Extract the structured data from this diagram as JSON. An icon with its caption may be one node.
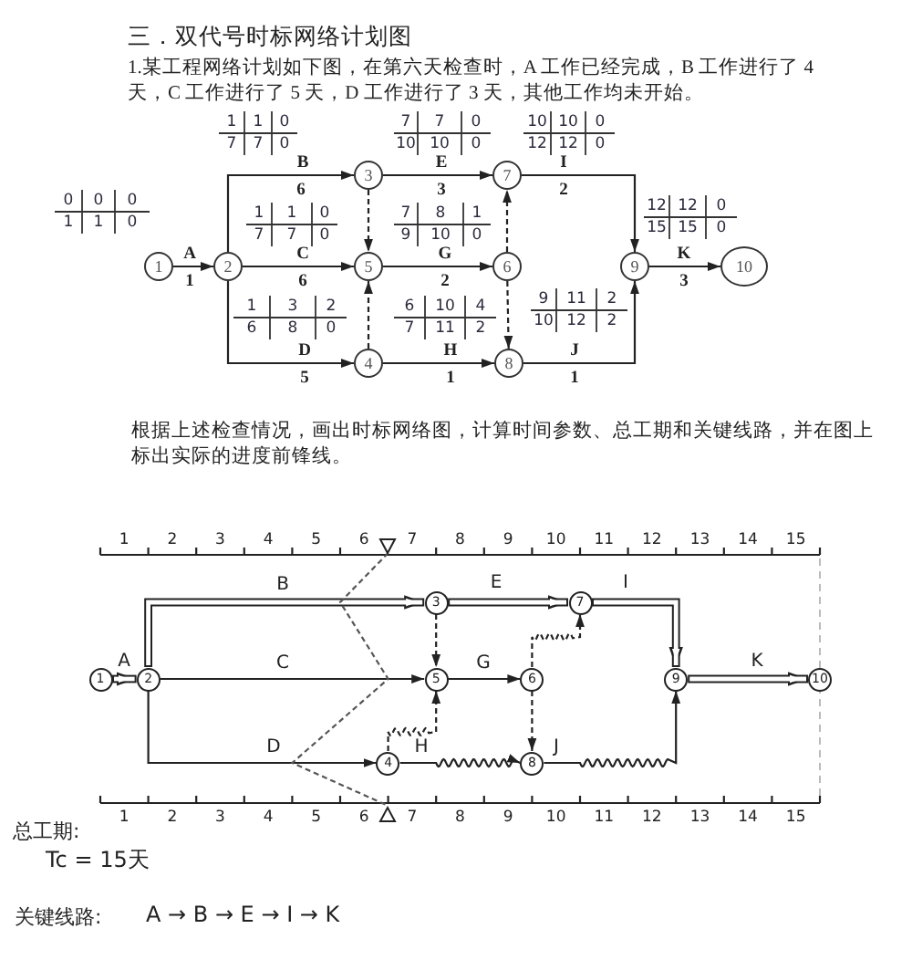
{
  "diagram": {
    "title": "三．双代号时标网络计划图",
    "nodes": [
      {
        "text": [
          "1"
        ]
      },
      {
        "text": [
          "2"
        ]
      },
      {
        "text": [
          "3"
        ]
      },
      {
        "text": [
          "4"
        ]
      },
      {
        "text": [
          "5"
        ]
      },
      {
        "text": [
          "6"
        ]
      },
      {
        "text": [
          "7"
        ]
      },
      {
        "text": [
          "8"
        ]
      },
      {
        "text": [
          "9"
        ]
      },
      {
        "text": [
          "10"
        ]
      },
      {
        "text": [
          "1"
        ]
      },
      {
        "text": [
          "2"
        ]
      },
      {
        "text": [
          "3"
        ]
      },
      {
        "text": [
          "4"
        ]
      },
      {
        "text": [
          "5"
        ]
      },
      {
        "text": [
          "6"
        ]
      },
      {
        "text": [
          "7"
        ]
      },
      {
        "text": [
          "8"
        ]
      },
      {
        "text": [
          "9"
        ]
      },
      {
        "text": [
          "10"
        ]
      },
      {
        "text": [],
        "shape": "triangle"
      },
      {
        "text": [],
        "shape": "triangle"
      }
    ],
    "edges": [
      {
        "from": 0,
        "to": 1,
        "arrow": "to",
        "label": "A"
      },
      {
        "from": 1,
        "to": 2,
        "arrow": "to",
        "label": "B"
      },
      {
        "from": 1,
        "to": 4,
        "arrow": "to",
        "label": "C"
      },
      {
        "from": 1,
        "to": 3,
        "arrow": "to",
        "label": "D"
      },
      {
        "from": 2,
        "to": 4,
        "arrow": "to",
        "style": "dashed"
      },
      {
        "from": 3,
        "to": 4,
        "arrow": "to",
        "style": "dashed"
      },
      {
        "from": 2,
        "to": 6,
        "arrow": "to",
        "label": "E"
      },
      {
        "from": 4,
        "to": 5,
        "arrow": "to",
        "label": "G"
      },
      {
        "from": 3,
        "to": 7,
        "arrow": "to",
        "label": "H"
      },
      {
        "from": 5,
        "to": 6,
        "arrow": "to",
        "style": "dashed"
      },
      {
        "from": 5,
        "to": 7,
        "arrow": "to",
        "style": "dashed"
      },
      {
        "from": 6,
        "to": 8,
        "arrow": "to",
        "label": "I"
      },
      {
        "from": 7,
        "to": 8,
        "arrow": "to",
        "label": "J"
      },
      {
        "from": 8,
        "to": 9,
        "arrow": "to",
        "label": "K"
      },
      {
        "from": 10,
        "to": 11,
        "arrow": "to",
        "label": "A",
        "style": "thick"
      },
      {
        "from": 11,
        "to": 12,
        "arrow": "to",
        "label": "B",
        "style": "thick"
      },
      {
        "from": 11,
        "to": 14,
        "arrow": "to",
        "label": "C"
      },
      {
        "from": 11,
        "to": 13,
        "arrow": "to",
        "label": "D"
      },
      {
        "from": 12,
        "to": 14,
        "arrow": "to",
        "style": "dashed"
      },
      {
        "from": 13,
        "to": 14,
        "arrow": "to",
        "style": "dashed"
      },
      {
        "from": 12,
        "to": 16,
        "arrow": "to",
        "label": "E",
        "style": "thick"
      },
      {
        "from": 14,
        "to": 15,
        "arrow": "to",
        "label": "G"
      },
      {
        "from": 13,
        "to": 17,
        "arrow": "to",
        "label": "H"
      },
      {
        "from": 15,
        "to": 16,
        "arrow": "to",
        "style": "dashed"
      },
      {
        "from": 15,
        "to": 17,
        "arrow": "to",
        "style": "dashed"
      },
      {
        "from": 16,
        "to": 18,
        "arrow": "to",
        "label": "I",
        "style": "thick"
      },
      {
        "from": 17,
        "to": 18,
        "arrow": "to",
        "label": "J"
      },
      {
        "from": 18,
        "to": 19,
        "arrow": "to",
        "label": "K",
        "style": "thick"
      },
      {
        "from": 20,
        "to": 21,
        "arrow": "none",
        "style": "dashed",
        "color": "#555555"
      }
    ],
    "labels": [
      "1.某工程网络计划如下图，在第六天检查时，A 工作已经完成，B 工作进行了 4 天，C 工作进行了 5 天，D 工作进行了 3 天，其他工作均未开始。",
      "1",
      "1",
      "0",
      "7",
      "7",
      "0",
      "7",
      "7",
      "0",
      "10",
      "10",
      "0",
      "10",
      "10",
      "0",
      "12",
      "12",
      "0",
      "0",
      "0",
      "0",
      "1",
      "1",
      "0",
      "1",
      "1",
      "0",
      "7",
      "7",
      "0",
      "7",
      "8",
      "1",
      "9",
      "10",
      "0",
      "12",
      "12",
      "0",
      "15",
      "15",
      "0",
      "1",
      "3",
      "2",
      "6",
      "8",
      "0",
      "6",
      "10",
      "4",
      "7",
      "11",
      "2",
      "9",
      "11",
      "2",
      "10",
      "12",
      "2",
      "6",
      "3",
      "2",
      "1",
      "6",
      "2",
      "3",
      "5",
      "1",
      "1",
      "根据上述检查情况，画出时标网络图，计算时间参数、总工期和关键线路，并在图上标出实际的进度前锋线。",
      "1",
      "2",
      "3",
      "4",
      "5",
      "6",
      "7",
      "8",
      "9",
      "10",
      "11",
      "12",
      "13",
      "14",
      "15",
      "1",
      "2",
      "3",
      "4",
      "5",
      "6",
      "7",
      "8",
      "9",
      "10",
      "11",
      "12",
      "13",
      "14",
      "15",
      "总工期:",
      "Tc = 15天",
      "关键线路:",
      "A → B → E → I → K"
    ]
  }
}
